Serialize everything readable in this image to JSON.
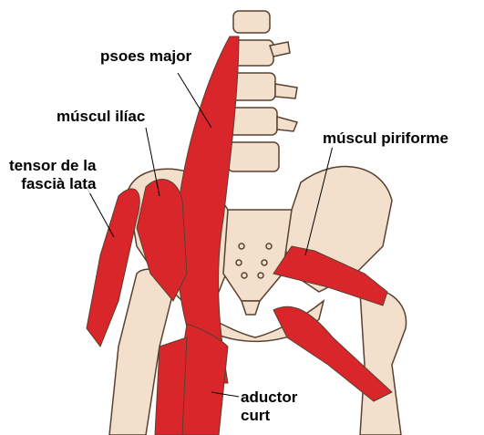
{
  "labels": {
    "psoas": "psoes major",
    "iliac": "múscul ilíac",
    "tensor_line1": "tensor de la",
    "tensor_line2": "fascià lata",
    "piriformis": "múscul piriforme",
    "adductor_line1": "aductor",
    "adductor_line2": "curt"
  },
  "colors": {
    "bone": "#f2e0cc",
    "muscle": "#d8262a",
    "outline": "#5a4030",
    "label_line": "#000000"
  }
}
